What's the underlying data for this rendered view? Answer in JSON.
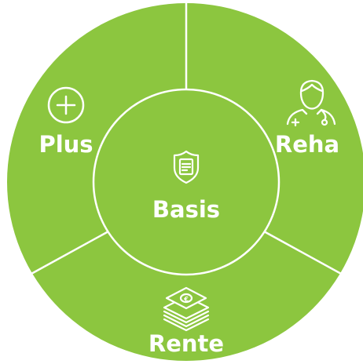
{
  "diagram": {
    "center_label": "Basis",
    "segments": [
      {
        "label": "Plus",
        "icon": "plus-circle-icon"
      },
      {
        "label": "Reha",
        "icon": "doctor-icon"
      },
      {
        "label": "Rente",
        "icon": "money-stack-icon"
      }
    ],
    "center_icon": "shield-document-icon"
  },
  "colors": {
    "fill": "#8cc63f",
    "line": "#ffffff",
    "text": "#ffffff"
  }
}
